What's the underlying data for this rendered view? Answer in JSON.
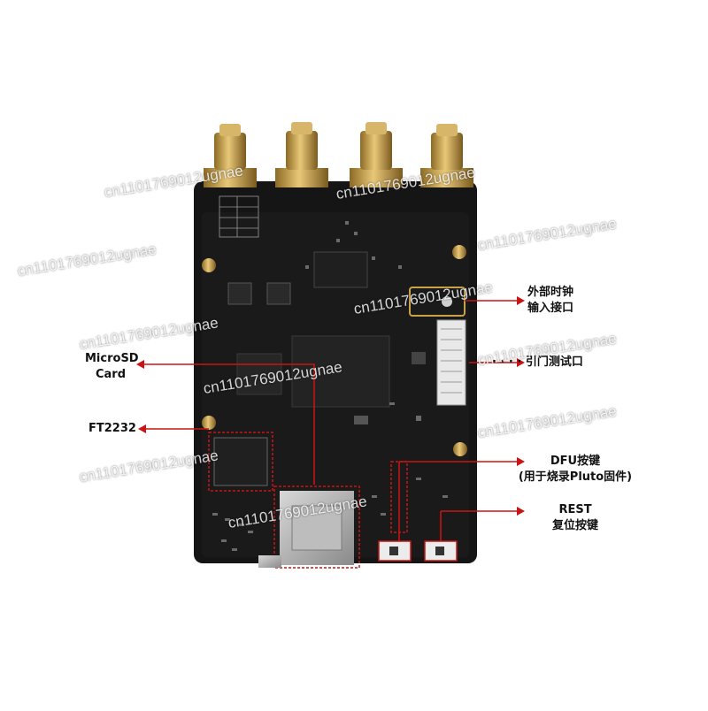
{
  "colors": {
    "annotation": "#c81414",
    "pcb": "#141414",
    "gold": "#c9a24a",
    "label_text": "#111111"
  },
  "labels": {
    "external_clock": {
      "line1": "外部时钟",
      "line2": "输入接口"
    },
    "test_port": {
      "line1": "· · · · 引门测试口"
    },
    "microsd": {
      "line1": "MicroSD",
      "line2": "Card"
    },
    "ft2232": {
      "line1": "FT2232"
    },
    "dfu": {
      "line1": "DFU按键",
      "line2": "(用于烧录Pluto固件)"
    },
    "reset": {
      "line1": "REST",
      "line2": "复位按键"
    }
  },
  "watermark": {
    "text": "cn1101769012ugnae"
  }
}
